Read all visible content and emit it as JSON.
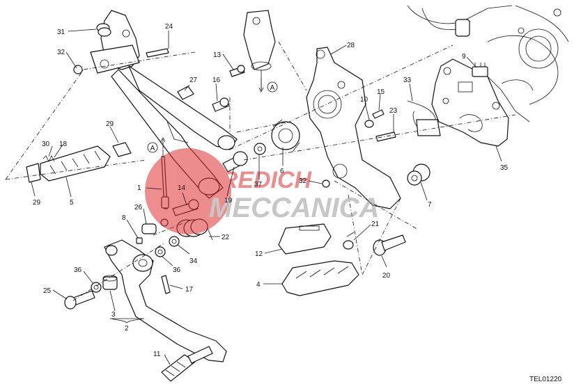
{
  "drawing_code": "TEL01220",
  "reference_mark": "A",
  "watermark": {
    "line1": "FREDICH",
    "line2": "MECCANICA",
    "color": "#e03030"
  },
  "callouts": [
    {
      "id": "c31",
      "label": "31"
    },
    {
      "id": "c24",
      "label": "24"
    },
    {
      "id": "c32a",
      "label": "32"
    },
    {
      "id": "c13",
      "label": "13"
    },
    {
      "id": "c16",
      "label": "16"
    },
    {
      "id": "c27",
      "label": "27"
    },
    {
      "id": "c28",
      "label": "28"
    },
    {
      "id": "c9",
      "label": "9"
    },
    {
      "id": "c33",
      "label": "33"
    },
    {
      "id": "c15",
      "label": "15"
    },
    {
      "id": "c10",
      "label": "10"
    },
    {
      "id": "c23",
      "label": "23"
    },
    {
      "id": "c29a",
      "label": "29"
    },
    {
      "id": "c30",
      "label": "30"
    },
    {
      "id": "c18",
      "label": "18"
    },
    {
      "id": "c29b",
      "label": "29"
    },
    {
      "id": "c5",
      "label": "5"
    },
    {
      "id": "c1",
      "label": "1"
    },
    {
      "id": "c14",
      "label": "14"
    },
    {
      "id": "c26",
      "label": "26"
    },
    {
      "id": "c6",
      "label": "6"
    },
    {
      "id": "c37",
      "label": "37"
    },
    {
      "id": "c19",
      "label": "19"
    },
    {
      "id": "c32b",
      "label": "32"
    },
    {
      "id": "c7",
      "label": "7"
    },
    {
      "id": "c35",
      "label": "35"
    },
    {
      "id": "c8",
      "label": "8"
    },
    {
      "id": "c22",
      "label": "22"
    },
    {
      "id": "c21",
      "label": "21"
    },
    {
      "id": "c12",
      "label": "12"
    },
    {
      "id": "c36a",
      "label": "36"
    },
    {
      "id": "c34",
      "label": "34"
    },
    {
      "id": "c36b",
      "label": "36"
    },
    {
      "id": "c25",
      "label": "25"
    },
    {
      "id": "c17",
      "label": "17"
    },
    {
      "id": "c4",
      "label": "4"
    },
    {
      "id": "c20",
      "label": "20"
    },
    {
      "id": "c3",
      "label": "3"
    },
    {
      "id": "c2",
      "label": "2"
    },
    {
      "id": "c11",
      "label": "11"
    }
  ]
}
